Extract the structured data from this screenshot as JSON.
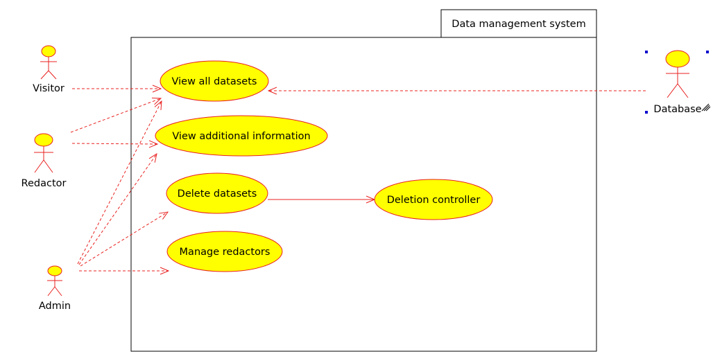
{
  "system": {
    "title": "Data management system"
  },
  "actors": [
    {
      "id": "visitor",
      "label": "Visitor"
    },
    {
      "id": "redactor",
      "label": "Redactor"
    },
    {
      "id": "admin",
      "label": "Admin"
    },
    {
      "id": "database",
      "label": "Database"
    }
  ],
  "use_cases": [
    {
      "id": "view-all",
      "label": "View all datasets"
    },
    {
      "id": "view-info",
      "label": "View additional information"
    },
    {
      "id": "delete",
      "label": "Delete datasets"
    },
    {
      "id": "manage",
      "label": "Manage redactors"
    },
    {
      "id": "deletion-controller",
      "label": "Deletion controller"
    }
  ],
  "colors": {
    "line": "#e8201f",
    "usecase_fill": "#ffff00",
    "selection_handle": "#0000cc"
  }
}
